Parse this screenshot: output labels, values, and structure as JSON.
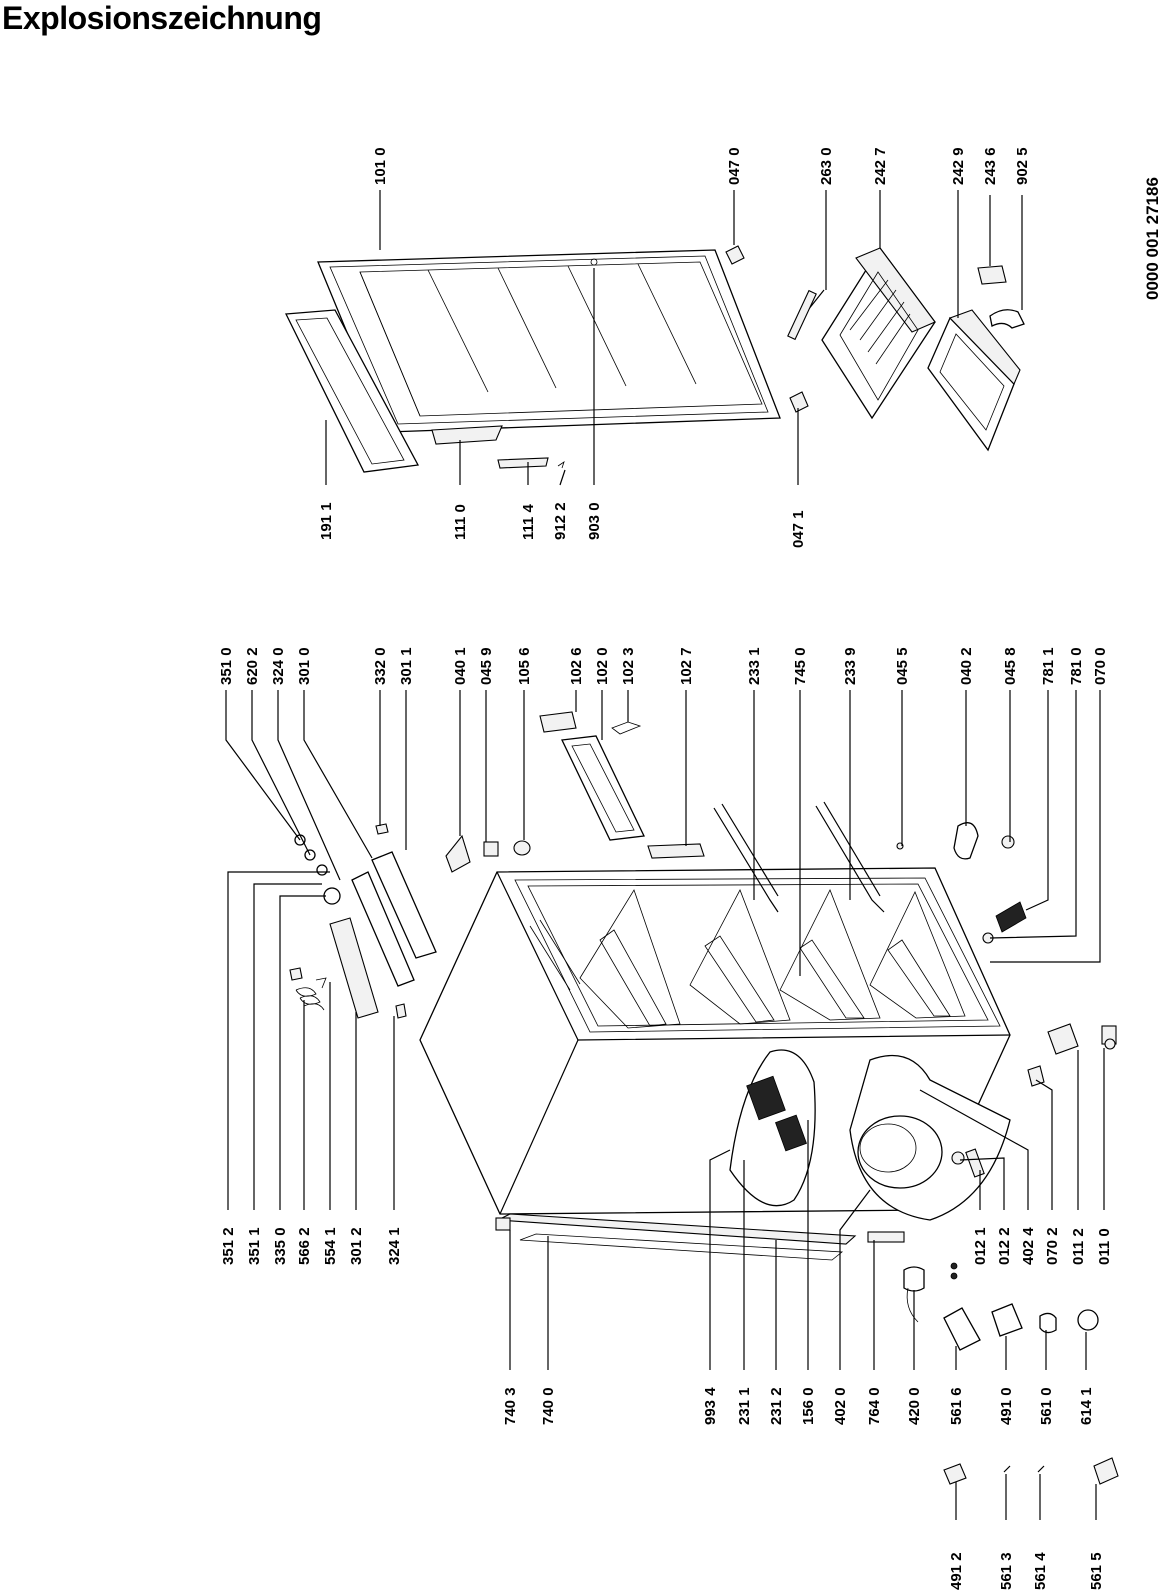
{
  "title": "Explosionszeichnung",
  "document_number": "0000 001 27186",
  "label_groups": {
    "top_right": [
      "101 0",
      "047 0",
      "263 0",
      "242 7",
      "242 9",
      "243 6",
      "902 5"
    ],
    "mid_right": [
      "191 1",
      "111 0",
      "111 4",
      "912 2",
      "903 0",
      "047 1"
    ],
    "top_left": [
      "351 0",
      "620 2",
      "324 0",
      "301 0",
      "332 0",
      "301 1",
      "040 1",
      "045 9",
      "105 6",
      "102 6",
      "102 0",
      "102 3",
      "102 7",
      "233 1",
      "745 0",
      "233 9",
      "045 5",
      "040 2",
      "045 8",
      "781 1",
      "781 0",
      "070 0"
    ],
    "bottom_right": [
      "351 2",
      "351 1",
      "335 0",
      "566 2",
      "554 1",
      "301 2",
      "324 1",
      "012 1",
      "012 2",
      "402 4",
      "070 2",
      "011 2",
      "011 0"
    ],
    "bottom_left": [
      "740 3",
      "740 0",
      "993 4",
      "231 1",
      "231 2",
      "156 0",
      "402 0",
      "764 0",
      "420 0",
      "561 6",
      "491 0",
      "561 0",
      "614 1"
    ],
    "loose_parts": [
      "491 2",
      "561 3",
      "561 4",
      "561 5"
    ]
  }
}
